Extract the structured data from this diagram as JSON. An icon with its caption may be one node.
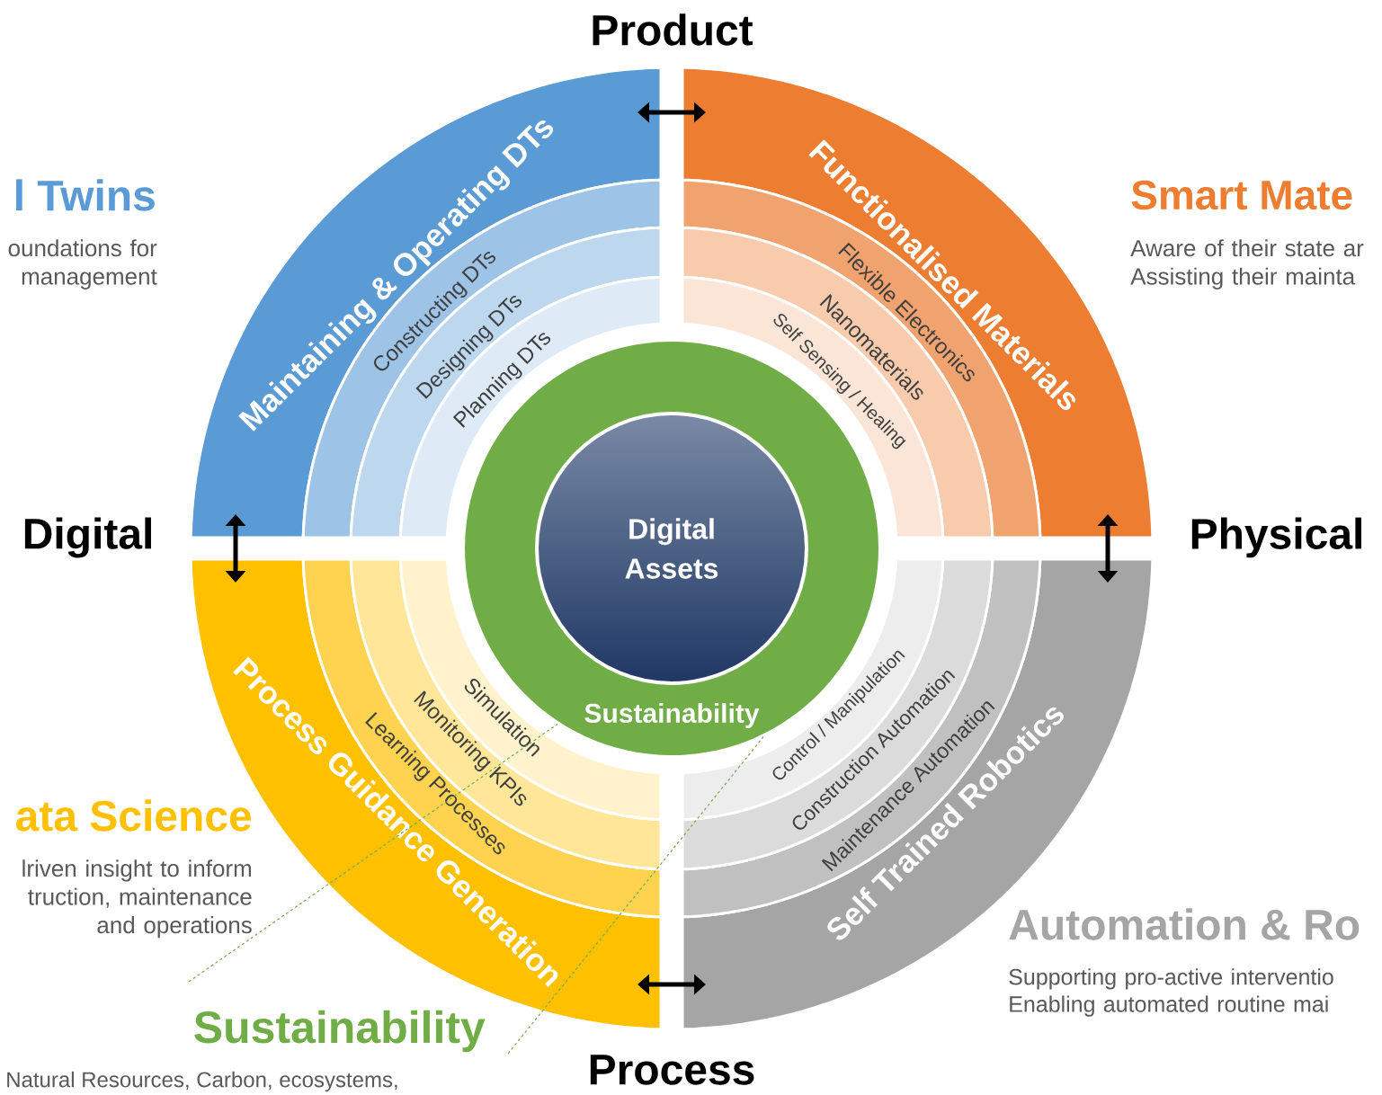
{
  "diagram": {
    "nodes": [
      {
        "text": [
          "Maintaining & Operating DTs"
        ]
      },
      {
        "text": [
          "Constructing DTs"
        ]
      },
      {
        "text": [
          "Designing DTs"
        ]
      },
      {
        "text": [
          "Planning DTs"
        ]
      },
      {
        "text": [
          "Functionalised Materials"
        ]
      },
      {
        "text": [
          "Flexible Electronics"
        ]
      },
      {
        "text": [
          "Nanomaterials"
        ]
      },
      {
        "text": [
          "Self Sensing / Healing"
        ]
      },
      {
        "text": [
          "Process Guidance Generation"
        ]
      },
      {
        "text": [
          "Learning Processes"
        ]
      },
      {
        "text": [
          "Monitoring KPIs"
        ]
      },
      {
        "text": [
          "Simulation"
        ]
      },
      {
        "text": [
          "Self Trained Robotics"
        ]
      },
      {
        "text": [
          "Maintenance Automation"
        ]
      },
      {
        "text": [
          "Construction Automation"
        ]
      },
      {
        "text": [
          "Control / Manipulation"
        ]
      },
      {
        "text": [
          "Sustainability"
        ]
      },
      {
        "text": [
          "Digital Assets"
        ],
        "in": 16
      },
      {
        "text": [
          "Sustainability",
          "Natural Resources, Carbon, ecosystems,"
        ]
      }
    ],
    "edges": [
      {
        "from": 0,
        "to": 4,
        "arrow": "both"
      },
      {
        "from": 0,
        "to": 8,
        "arrow": "both"
      },
      {
        "from": 4,
        "to": 12,
        "arrow": "both"
      },
      {
        "from": 8,
        "to": 12,
        "arrow": "both"
      },
      {
        "from": 18,
        "to": 16,
        "arrow": "none",
        "style": "dashed",
        "color": "#70ad47"
      },
      {
        "from": 18,
        "to": 16,
        "arrow": "none",
        "style": "dashed",
        "color": "#70ad47"
      }
    ],
    "labels": [
      "Product",
      "l Twins",
      "oundations for management",
      "Smart Mate",
      "Aware of their state ar Assisting their mainta",
      "Digital",
      "Physical",
      "ata Science",
      "lriven insight to inform truction, maintenance and operations",
      "Automation & Ro",
      "Supporting pro-active interventio Enabling automated routine mai",
      "Process"
    ]
  }
}
